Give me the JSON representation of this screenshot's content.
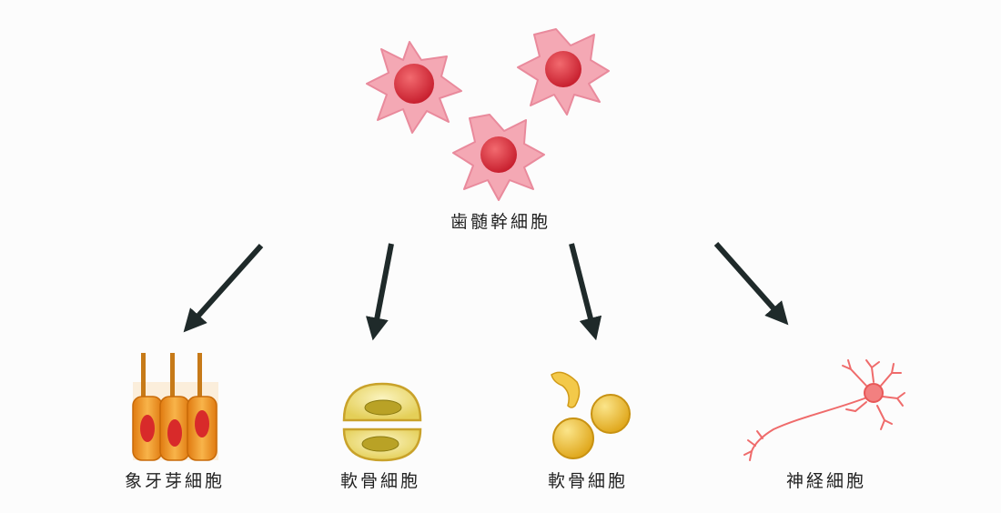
{
  "source": {
    "label": "歯髄幹細胞",
    "cell_color": "#f4a8b4",
    "nucleus_color": "#e0303f"
  },
  "targets": [
    {
      "label": "象牙芽細胞",
      "icon": "odontoblast-icon",
      "color": "#f39a2a"
    },
    {
      "label": "軟骨細胞",
      "icon": "chondrocyte-icon",
      "color": "#e8d56a"
    },
    {
      "label": "軟骨細胞",
      "icon": "adipocyte-icon",
      "color": "#f2c43a"
    },
    {
      "label": "神経細胞",
      "icon": "neuron-icon",
      "color": "#ef6b6b"
    }
  ],
  "arrow_color": "#1f2a2a"
}
